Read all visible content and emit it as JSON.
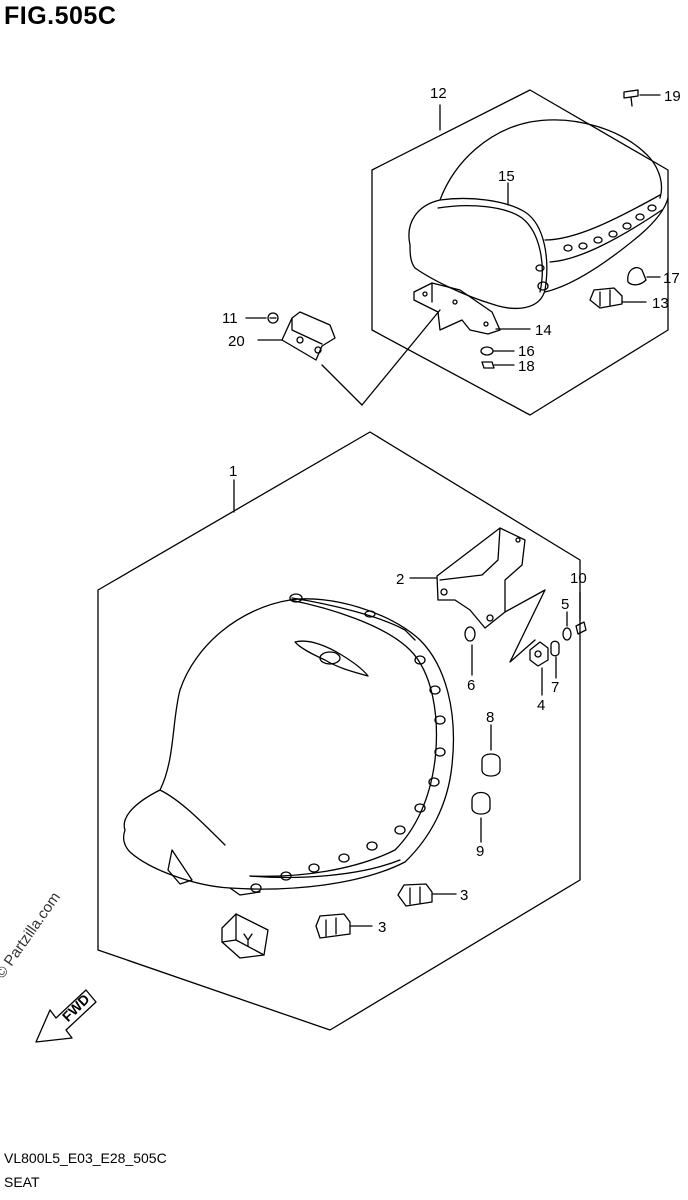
{
  "figure": {
    "title": "FIG.505C",
    "code": "VL800L5_E03_E28_505C",
    "name": "SEAT",
    "watermark": "© Partzilla.com",
    "fwd_label": "FWD"
  },
  "callouts": [
    {
      "id": "c1",
      "label": "1"
    },
    {
      "id": "c2",
      "label": "2"
    },
    {
      "id": "c3a",
      "label": "3"
    },
    {
      "id": "c3b",
      "label": "3"
    },
    {
      "id": "c4",
      "label": "4"
    },
    {
      "id": "c5",
      "label": "5"
    },
    {
      "id": "c6",
      "label": "6"
    },
    {
      "id": "c7",
      "label": "7"
    },
    {
      "id": "c8",
      "label": "8"
    },
    {
      "id": "c9",
      "label": "9"
    },
    {
      "id": "c10",
      "label": "10"
    },
    {
      "id": "c11",
      "label": "11"
    },
    {
      "id": "c12",
      "label": "12"
    },
    {
      "id": "c13",
      "label": "13"
    },
    {
      "id": "c14",
      "label": "14"
    },
    {
      "id": "c15",
      "label": "15"
    },
    {
      "id": "c16",
      "label": "16"
    },
    {
      "id": "c17",
      "label": "17"
    },
    {
      "id": "c18",
      "label": "18"
    },
    {
      "id": "c19",
      "label": "19"
    },
    {
      "id": "c20",
      "label": "20"
    }
  ]
}
